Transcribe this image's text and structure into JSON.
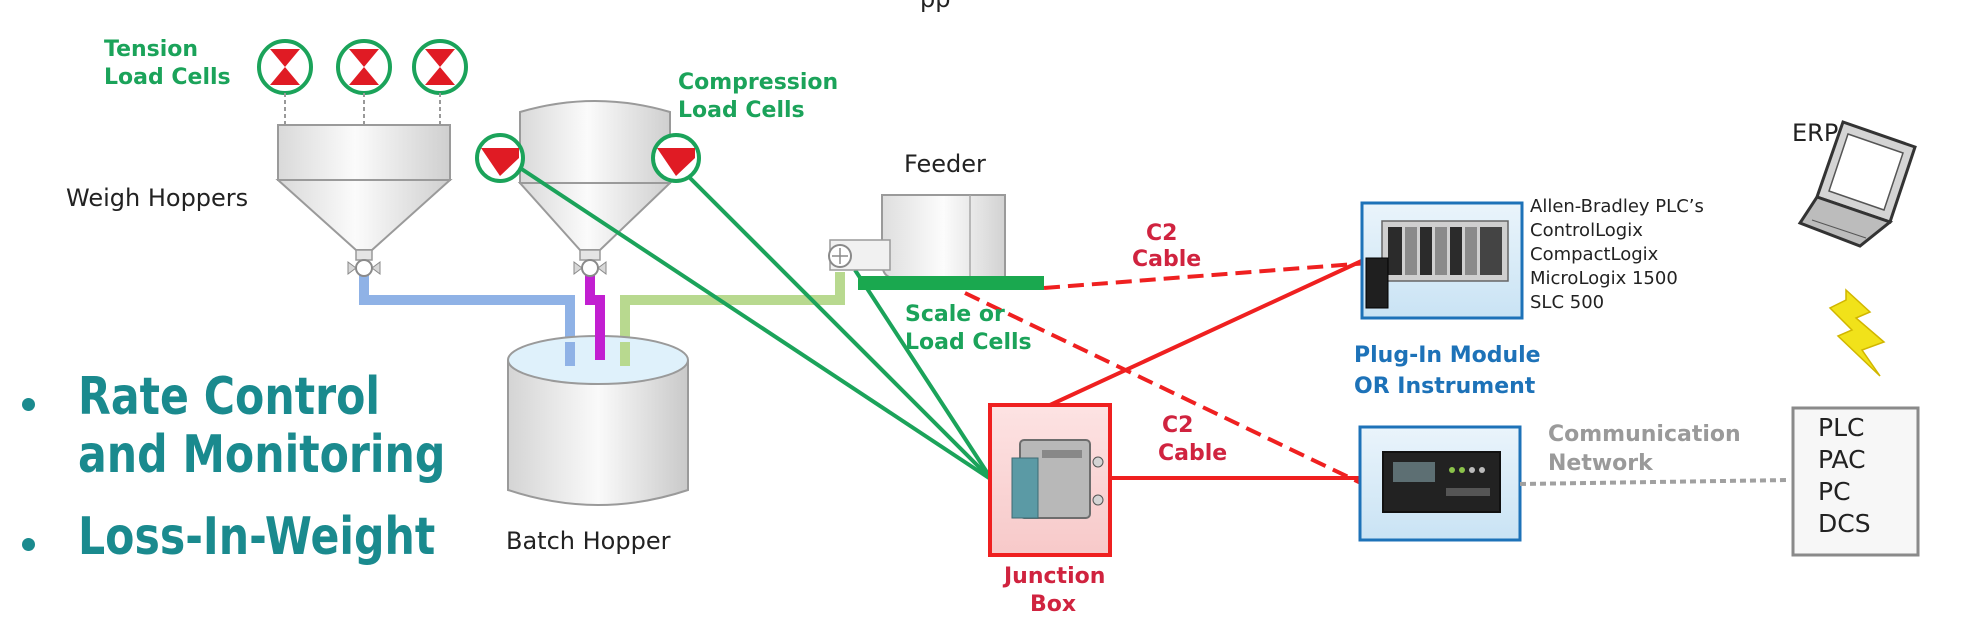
{
  "labels": {
    "top_partial": "pp",
    "tension_load_cells": [
      "Tension",
      "Load Cells"
    ],
    "compression_load_cells": [
      "Compression",
      "Load Cells"
    ],
    "weigh_hoppers": "Weigh Hoppers",
    "feeder": "Feeder",
    "scale_or_load_cells": [
      "Scale or",
      "Load Cells"
    ],
    "c2_cable_top": [
      "C2",
      "Cable"
    ],
    "c2_cable_bottom": [
      "C2",
      "Cable"
    ],
    "batch_hopper": "Batch Hopper",
    "junction_box": [
      "Junction",
      "Box"
    ],
    "plug_in_module": [
      "Plug-In Module",
      "OR Instrument"
    ],
    "communication_network": [
      "Communication",
      "Network"
    ],
    "erp": "ERP",
    "plc_list": [
      "Allen-Bradley PLC’s",
      "ControlLogix",
      "CompactLogix",
      "MicroLogix 1500",
      "SLC 500"
    ],
    "controllers": [
      "PLC",
      "PAC",
      "PC",
      "DCS"
    ]
  },
  "bullets": [
    [
      "Rate Control",
      "and Monitoring"
    ],
    [
      "Loss-In-Weight"
    ]
  ],
  "colors": {
    "load_cell_green": "#1ba35a",
    "load_cell_red": "#e01b24",
    "cable_red": "#ef2020",
    "module_blue": "#1d72b8",
    "pipe_blue": "#8fb2e6",
    "pipe_magenta": "#c21fd1",
    "pipe_lightgreen": "#b8d98f",
    "bullet_teal": "#1a8a8e",
    "network_grey": "#a0a0a0",
    "bolt_yellow": "#f1e21a"
  },
  "icons": [
    "tension-load-cell-icon",
    "compression-load-cell-icon",
    "valve-icon",
    "laptop-icon",
    "lightning-bolt-icon",
    "plc-rack-icon",
    "instrument-icon",
    "junction-box-icon"
  ]
}
